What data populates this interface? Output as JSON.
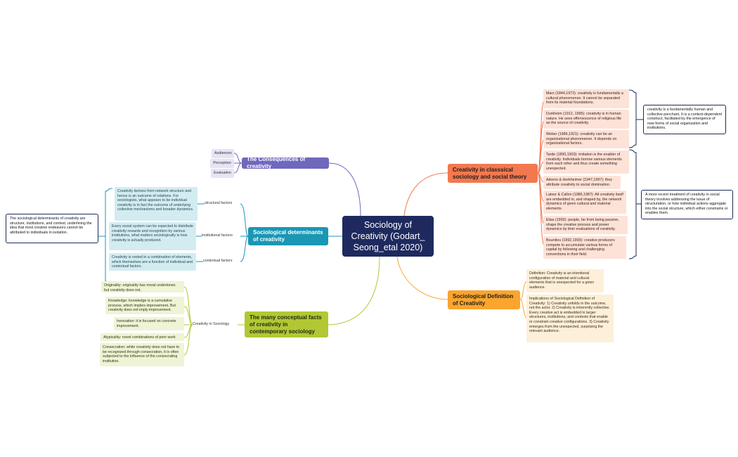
{
  "central": {
    "title": "Sociology of Creativity (Godart_ Seong_etal 2020)"
  },
  "colors": {
    "central": "#1e2a5e",
    "purple": "#6f68bd",
    "teal": "#1a97b4",
    "green": "#b3c734",
    "orange": "#f3784f",
    "amber": "#f9a52e"
  },
  "consequences": {
    "title": "The Consequences of creativity",
    "items": [
      "Audiences",
      "Perception",
      "Evaluation"
    ]
  },
  "determinants": {
    "title": "Sociological determinants of creativity",
    "factors": [
      {
        "label": "structural factors",
        "detail": "Creativity derives from network structure and hence is an outcome of relations. For sociologists, what appears to be individual creativity is in fact the outcome of underlying collective mechanisms and broader dynamics."
      },
      {
        "label": "institutional factors",
        "detail": "Every social system can be expected to distribute creativity rewards and recognition by various institutions, what matters sociologically is how creativity is actually produced."
      },
      {
        "label": "contextual factors",
        "detail": "Creativity is rooted in a combination of elements, which themselves are a function of individual and contextual factors."
      }
    ],
    "summary": "The sociological determinants of creativity are structure, institutions, and context, underlining the idea that most creative endeavors cannot be attributed to individuals in isolation."
  },
  "facets": {
    "title": "The many conceptual facts of creativity in contemporary sociology",
    "sub": "Creativity in Sociology",
    "items": [
      "Originality: originality has moral undertones but creativity does not.",
      "Knowledge: knowledge is a cumulative process, which implies improvement. But creativity does not imply improvement.",
      "Innovation: it is focused on concrete improvement.",
      "Atypicality: novel combinations of prior work",
      "Consecration: while creativity does not have to be recognized through consecration, it is often subjected to the influence of the consecrating institution."
    ]
  },
  "classical": {
    "title": "Creativity in classsical sociology and social theory",
    "items": [
      "Marx (1844,1972): creativity is fundamentally a cultural phenomenon. It cannot be separated from its material foundations.",
      "Durkheim (1912, 1995): creativity is in human nature. He sees effervescence of religious life as the source of creativity.",
      "Weber (1986,1921): creativity can be an organizational phenomenon. It depends on organizational factors.",
      "Tarde (1890,1903): imitation is the enabler of creativity. Individuals borrow various elements from each other and thus create something unexpected.",
      "Adorno & Horkheimer (1947,1997): they attribute creativity to social domination.",
      "Latour & Callon (1986,1987): All creativity itself are embedded in, and shaped by, the network dynamics of given cultural and material elements.",
      "Elias (1993): people, far from being passive, shape the creative process and power dynamics by their evaluations of creativity.",
      "Bourdieu (1992,1993): creative producers compete to accumulate various forms of capital by following and challenging conventions in their field."
    ],
    "summary1": "creativity is a fundamentally human and collective penchant. It is a context-dependent construct, facilitated by the emergence of new forms of social organization and institutions.",
    "summary2": "A more recent treatment of creativity in social theory involves addressing the issue of structuration, or how individual actions aggregate into the social structure, which either constrains or enables them."
  },
  "definition": {
    "title": "Sociological Definition of Creativity",
    "items": [
      "Definition: Creativity is an intentional configuration of material and cultural elements that is unexpected for a given audience.",
      "Implications of Sociological Definition of Creativity:  1) Creativity unfolds in the outcome, not the actor. 2) Creativity is inherently collective. Every creative act is embedded in larger structures, institutions, and contexts that enable or constrain creative configurations. 3) Creativity emerges from the unexpected, surprising the relevant audience."
    ]
  }
}
